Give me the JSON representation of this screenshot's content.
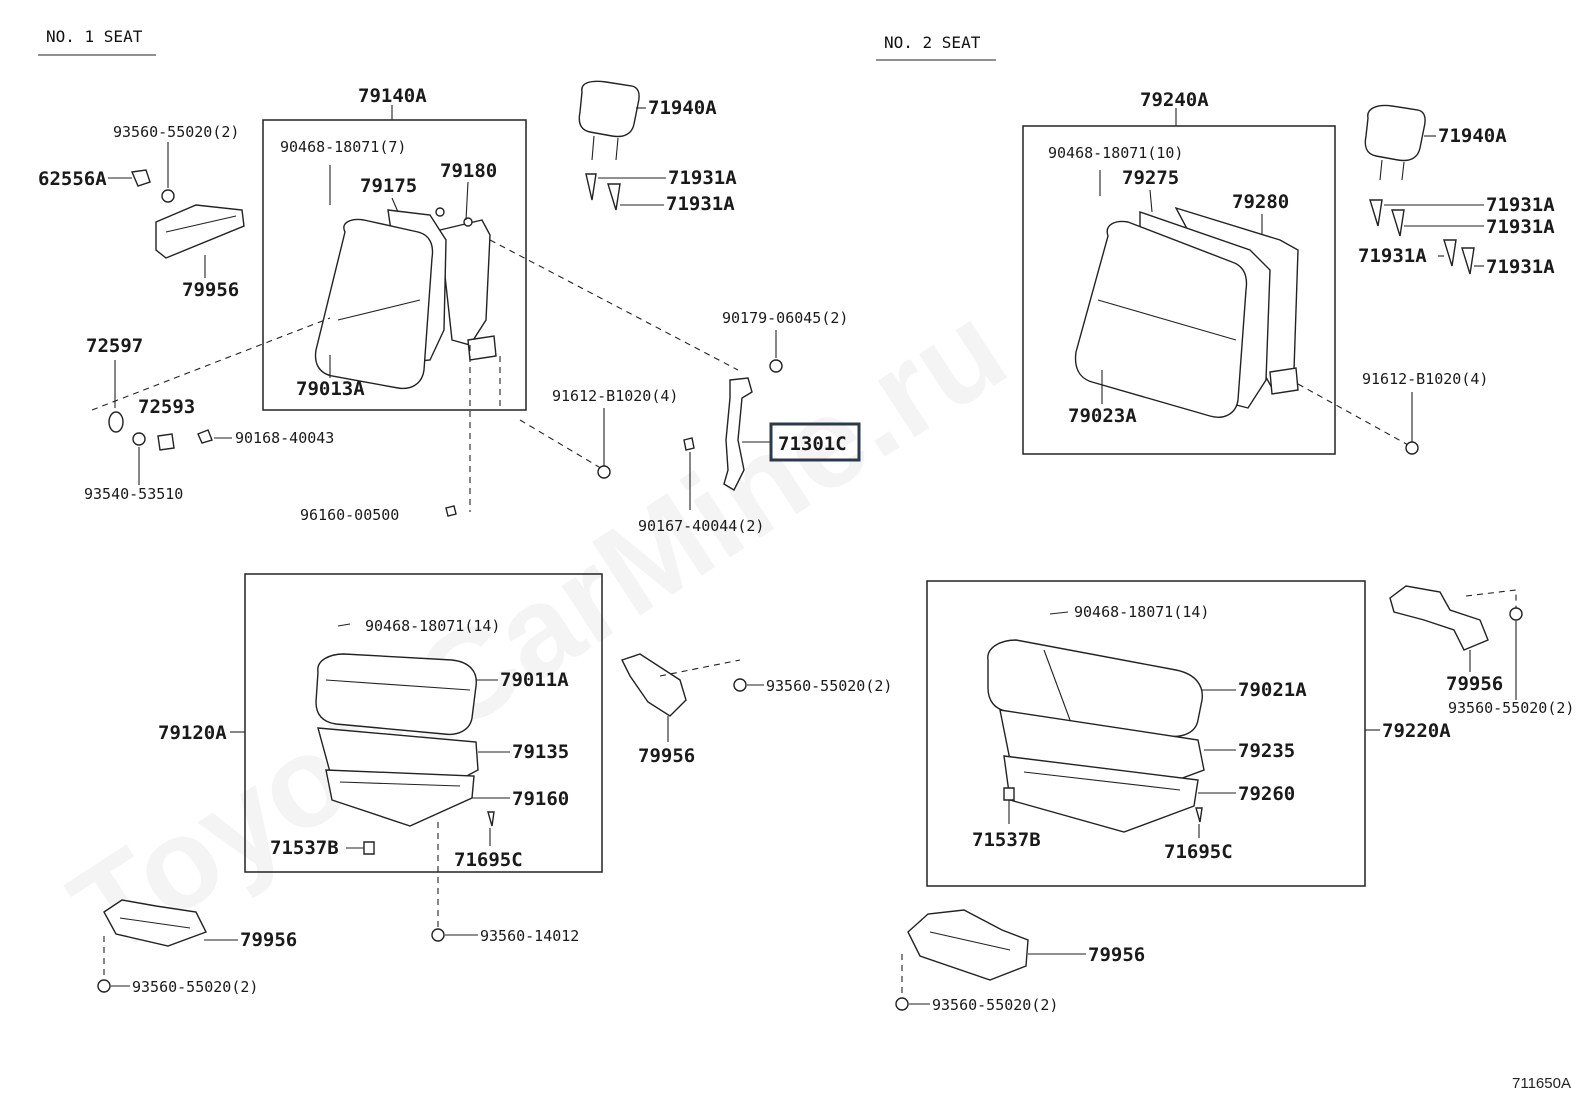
{
  "titles": {
    "seat1": "NO. 1  SEAT",
    "seat2": "NO. 2  SEAT"
  },
  "figure_number": "711650A",
  "watermark": "ToyotaCarMine.ru",
  "highlighted_part": "71301C",
  "callouts": {
    "p79140A": "79140A",
    "p93560_55020_2_a": "93560-55020(2)",
    "p90468_18071_7": "90468-18071(7)",
    "p79180": "79180",
    "p79175": "79175",
    "p62556A": "62556A",
    "p79956_a": "79956",
    "p72597": "72597",
    "p72593": "72593",
    "p79013A": "79013A",
    "p90168_40043": "90168-40043",
    "p93540_53510": "93540-53510",
    "p96160_00500": "96160-00500",
    "p71940A_a": "71940A",
    "p71931A_a": "71931A",
    "p71931A_b": "71931A",
    "p90179_06045_2": "90179-06045(2)",
    "p91612_B1020_4_a": "91612-B1020(4)",
    "p71301C": "71301C",
    "p90167_40044_2": "90167-40044(2)",
    "p79240A": "79240A",
    "p90468_18071_10": "90468-18071(10)",
    "p79275": "79275",
    "p79280": "79280",
    "p79023A": "79023A",
    "p71940A_b": "71940A",
    "p71931A_c": "71931A",
    "p71931A_d": "71931A",
    "p71931A_e": "71931A",
    "p71931A_f": "71931A",
    "p91612_B1020_4_b": "91612-B1020(4)",
    "p90468_18071_14_a": "90468-18071(14)",
    "p79011A": "79011A",
    "p79120A": "79120A",
    "p79135": "79135",
    "p79160": "79160",
    "p71537B_a": "71537B",
    "p71695C_a": "71695C",
    "p79956_b": "79956",
    "p93560_14012": "93560-14012",
    "p93560_55020_2_b": "93560-55020(2)",
    "p93560_55020_2_c": "93560-55020(2)",
    "p79956_c": "79956",
    "p90468_18071_14_b": "90468-18071(14)",
    "p79021A": "79021A",
    "p79235": "79235",
    "p79220A": "79220A",
    "p79260": "79260",
    "p71537B_b": "71537B",
    "p71695C_b": "71695C",
    "p79956_d": "79956",
    "p93560_55020_2_d": "93560-55020(2)",
    "p79956_e": "79956",
    "p93560_55020_2_e": "93560-55020(2)"
  }
}
